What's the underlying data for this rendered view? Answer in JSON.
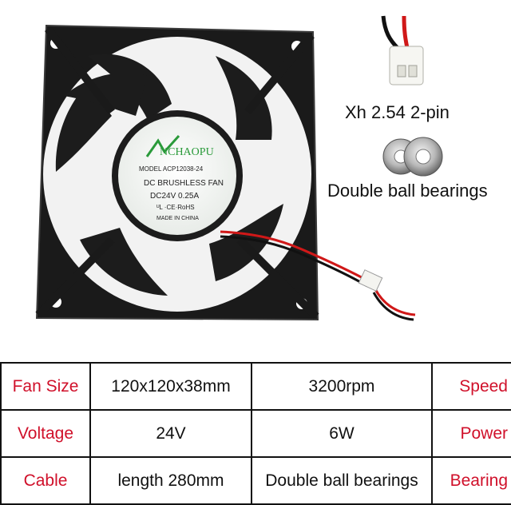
{
  "image": {
    "fan_label": {
      "brand": "NCHAOPU",
      "model": "MODEL ACP12038-24",
      "type": "DC BRUSHLESS FAN",
      "rating": "DC24V  0.25A",
      "certs": "ᵁL ·CE·RoHS",
      "origin": "MADE IN CHINA"
    },
    "connector_label": "Xh 2.54 2-pin",
    "bearing_label": "Double ball bearings",
    "colors": {
      "label_red": "#d0102a",
      "fan_body": "#1c1c1c",
      "wire_red": "#d01818",
      "wire_black": "#111111"
    }
  },
  "specs": {
    "rows": [
      {
        "left_name": "Fan Size",
        "left_value": "120x120x38mm",
        "right_value": "3200rpm",
        "right_name": "Speed"
      },
      {
        "left_name": "Voltage",
        "left_value": "24V",
        "right_value": "6W",
        "right_name": "Power"
      },
      {
        "left_name": "Cable",
        "left_value": "length 280mm",
        "right_value": "Double ball bearings",
        "right_name": "Bearing"
      }
    ]
  }
}
